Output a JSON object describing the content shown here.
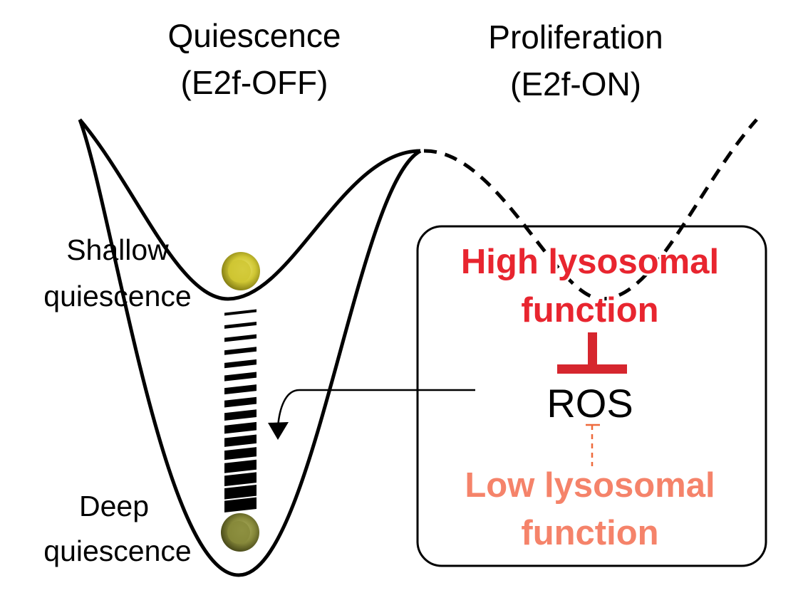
{
  "titles": {
    "quiescence": {
      "line1": "Quiescence",
      "line2": "(E2f-OFF)"
    },
    "proliferation": {
      "line1": "Proliferation",
      "line2": "(E2f-ON)"
    }
  },
  "labels": {
    "shallow": {
      "line1": "Shallow",
      "line2": "quiescence"
    },
    "deep": {
      "line1": "Deep",
      "line2": "quiescence"
    }
  },
  "box": {
    "high": {
      "line1": "High lysosomal",
      "line2": "function"
    },
    "ros": "ROS",
    "low": {
      "line1": "Low lysosomal",
      "line2": "function"
    }
  },
  "colors": {
    "high_lysosomal": "#e8252f",
    "inhibition_bar": "#d6262e",
    "low_lysosomal": "#f5836a",
    "low_inhibition_line": "#ee6a3c",
    "shallow_ball": "#cfc633",
    "deep_ball": "#86883a"
  },
  "depth_bars": {
    "count": 16
  }
}
